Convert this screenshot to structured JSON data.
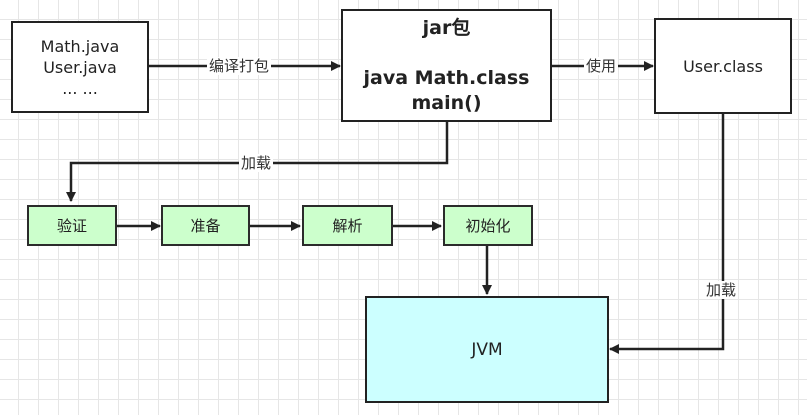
{
  "colors": {
    "step_fill": "#ccffcc",
    "jvm_fill": "#ccffff",
    "box_fill": "#ffffff",
    "stroke": "#222222"
  },
  "nodes": {
    "source": {
      "lines": [
        "Math.java",
        "User.java",
        "... ..."
      ]
    },
    "jar": {
      "lines": [
        "jar包",
        "",
        "java Math.class",
        "main()"
      ]
    },
    "userclass": {
      "label": "User.class"
    },
    "verify": {
      "label": "验证"
    },
    "prepare": {
      "label": "准备"
    },
    "resolve": {
      "label": "解析"
    },
    "init": {
      "label": "初始化"
    },
    "jvm": {
      "label": "JVM"
    }
  },
  "edges": {
    "compile": "编译打包",
    "use": "使用",
    "load_left": "加载",
    "load_right": "加载"
  }
}
